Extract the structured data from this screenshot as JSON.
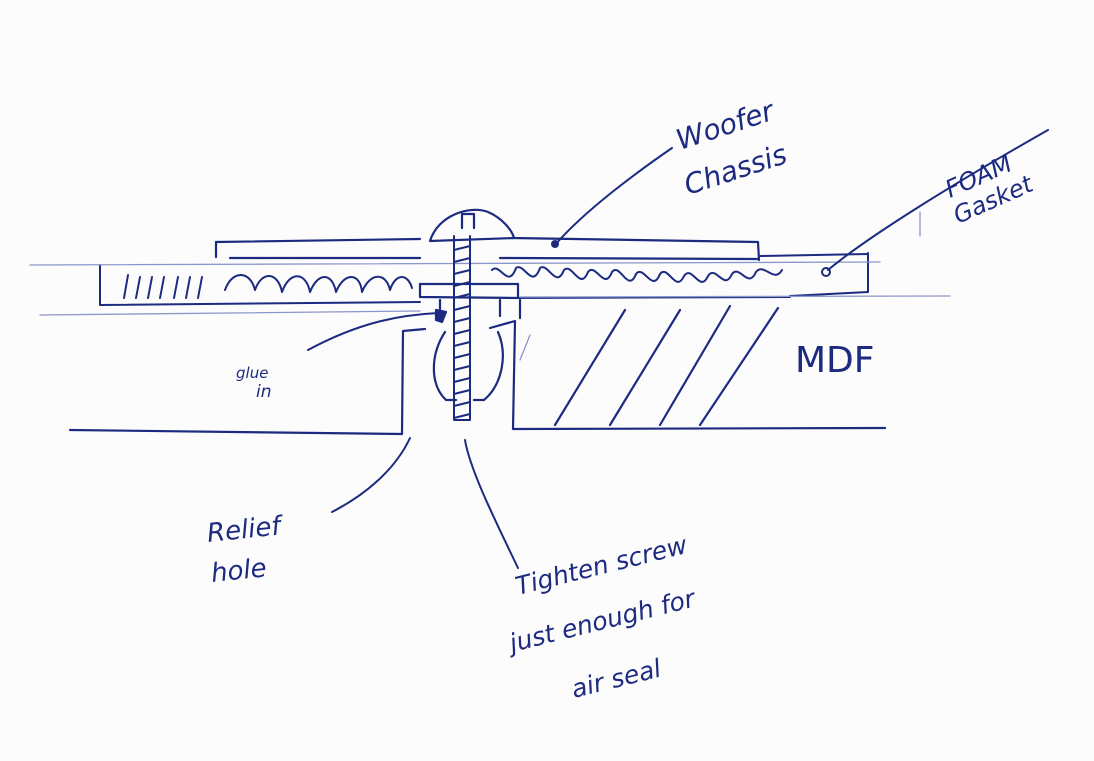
{
  "colors": {
    "paper": "#fcfcfd",
    "ink": "#1c2a80",
    "ink_light": "#8c96c9"
  },
  "labels": {
    "woofer_chassis": [
      "Woofer",
      "Chassis"
    ],
    "foam_gasket": [
      "FOAM",
      "Gasket"
    ],
    "mdf": "MDF",
    "glue_in": [
      "glue",
      "in"
    ],
    "relief_hole": [
      "Relief",
      "hole"
    ],
    "tighten_screw": [
      "Tighten screw",
      "just enough for",
      "air seal"
    ]
  }
}
